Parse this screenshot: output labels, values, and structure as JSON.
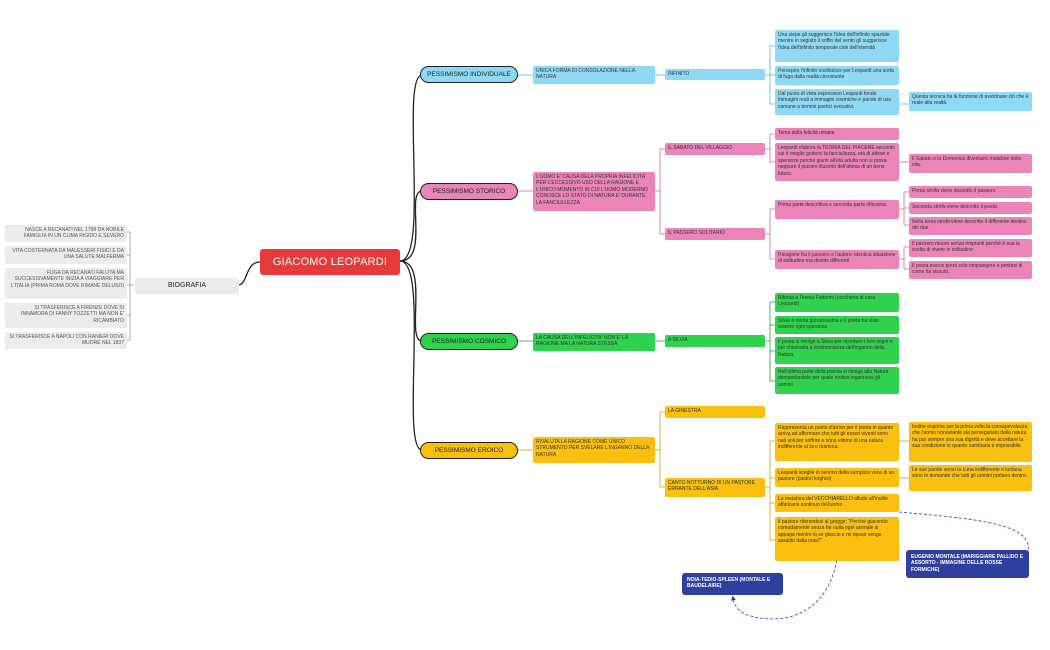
{
  "root": "GIACOMO LEOPARDI",
  "biography": {
    "label": "BIOGRAFIA",
    "items": [
      "NASCE A RECANATI NEL 1798 DA NOBILE FAMIGLIA IN UN CLIMA RIGIDO E SEVERO",
      "VITA COSTERNATA DA MALESSERI FISICI E DA UNA SALUTE MALFERMA",
      "FUGA DA RECANATI FALLITA MA SUCCESSIVAMENTE INIZIA A VIAGGIARE PER L'ITALIA (PRIMA ROMA DOVE RIMANE DELUSO)",
      "SI TRASFERISCE A FIRENZE DOVE SI INNAMORA DI FANNY TOZZETTI MA NON E' RICAMBIATO",
      "SI TRASFERISCE A NAPOLI CON RANIERI DOVE MUORE NEL 1837"
    ]
  },
  "branches": {
    "individuale": {
      "title": "PESSIMISMO INDIVIDUALE",
      "desc": "UNICA FORMA DI CONSOLAZIONE NELLA NATURA",
      "poem": "INFINITO",
      "notes": [
        "Una siepe gli suggerisce l'idea dell'infinito spaziale mentre in seguito il soffio del vento gli suggerisce l'idea dell'infinito temporale cioè dell'eternità",
        "Percepire l'infinito costituisce per Leopardi una sorta di fuga dalla realtà circostante",
        "Dal punto di vista espressivo Leopardi fonde immagini reali a immagini cosmiche e parole di uso comune a termini poetici evocativi."
      ],
      "sub_note": "Questa tecnica ha la funzione di avvicinare ciò che è reale alla realtà."
    },
    "storico": {
      "title": "PESSIMISMO STORICO",
      "desc": "L'UOMO E' CAUSA DELA PROPRIA INFELICITA' PER L'ECCESSIVO USO DELLA RAGIONE E L'UNICO MOMENTO IN CUI L'UOMO MODERNO CONOSCE LO STATO DI NATURA E' DURANTE LA FANCIULLEZZA",
      "poem1": "IL SABATO DEL VILLAGGIO",
      "poem1_notes": [
        "Tema della felicità umana",
        "Leopardi elabora la TEORIA DEL PIACERE secondo cui è meglio goderci la fanciullezza, età di attese e speranze perché giunti all'età adulta non si prova neppure il piacere illusorio dell'attesa di un bene futuro."
      ],
      "poem1_sub": "Il Sabato e la Domenica diventano metafore della vita.",
      "poem2": "IL PASSERO SOLITARIO",
      "poem2_notes": [
        "Prima parte descrittiva e seconda parte riflessiva.",
        "Paragone fra il passero e l'autore: identica situazione di solitudine ma destini differenti"
      ],
      "poem2_sub1": [
        "Prima strofa viene descritto il passero",
        "Seconda strofa viene descritto il poeta",
        "Nella terza strofa viene descritto il differente destino dei due"
      ],
      "poem2_sub2": [
        "Il passero muore senza rimpianti perché è sua la scelta di vivere in solitudine",
        "Il poeta invece potrà solo rimpiangere e pentirsi di come ha vissuto."
      ]
    },
    "cosmico": {
      "title": "PESSIMISMO COSMICO",
      "desc": "LA CAUSA DELL'INFELICITA' NON E' LA RAGIONE MA LA NATURA STESSA",
      "poem": "A SILVIA",
      "notes": [
        "Riferita a Teresa Fattorini (cocchiera di casa Leopardi)",
        "Silvia è morta giovanissima e il poeta ha visto svanire ogni speranza",
        "Il poeta si rivolge a Silvia per ricordare i loro sogni e per chiamarla a testimonianza dell'inganno della Natura.",
        "Nell'ultima parte della poesia si rivolge alla Natura domandandole per quale motivo inganness gli uomini"
      ]
    },
    "eroico": {
      "title": "PESSIMISMO EROICO",
      "desc": "RIVALUTA LA RAGIONE COME UNICO STRUMENTO PER SVELARE L'INGANNO DELLA NATURA",
      "poem1": "LA GINESTRA",
      "poem2": "CANTO NOTTURNO DI UN PASTORE ERRANTE DELL'ASIA",
      "notes": [
        "Rappresenta un punto d'arrivo per il poeta in quanto arriva ad affermare che tutti gli esseri viventi sono nati soli per soffrire e sono vittime di una natura indifferente al loro dramma.",
        "Leopardi sceglie di servirsi della semplice voce di un pastore (pastori kirghisi)",
        "La metafora del VECCHIARELLO allude all'inutile affaticarsi continuo dell'uomo",
        "Il pastore riferendosi al gregge: \"Perché giacendo comodamente senza far nulla ogni animale si appaga mentre io se giaccio e mi riposo vengo assalito dalla noia?\""
      ],
      "sub_notes": [
        "Inoltre esprime per la prima volta la consapevolezza che l'uomo nonostante sia perseguitato dalla natura ha pur sempre una sua dignità e deve accettare la sua condizione in quanto cambiarla è impossibile.",
        "Le sue parole verso la Luna indifferente e lontana sono le domande che tutti gli uomini portano dentro."
      ]
    }
  },
  "callouts": {
    "montale": "EUGENIO MONTALE (MARIGGIARE PALLIDO E ASSORTO - IMMAGINE DELLE ROSSE FORMICHE)",
    "noia": "NOIA-TEDIO-SPLEEN (MONTALE E BAUDELAIRE)"
  },
  "colors": {
    "root": "#e53b3b",
    "individuale": "#8fd9f5",
    "storico": "#eb85b8",
    "cosmico": "#2fd14d",
    "eroico": "#fbc00f",
    "callout": "#2f3f9e",
    "biography": "#ececec"
  }
}
